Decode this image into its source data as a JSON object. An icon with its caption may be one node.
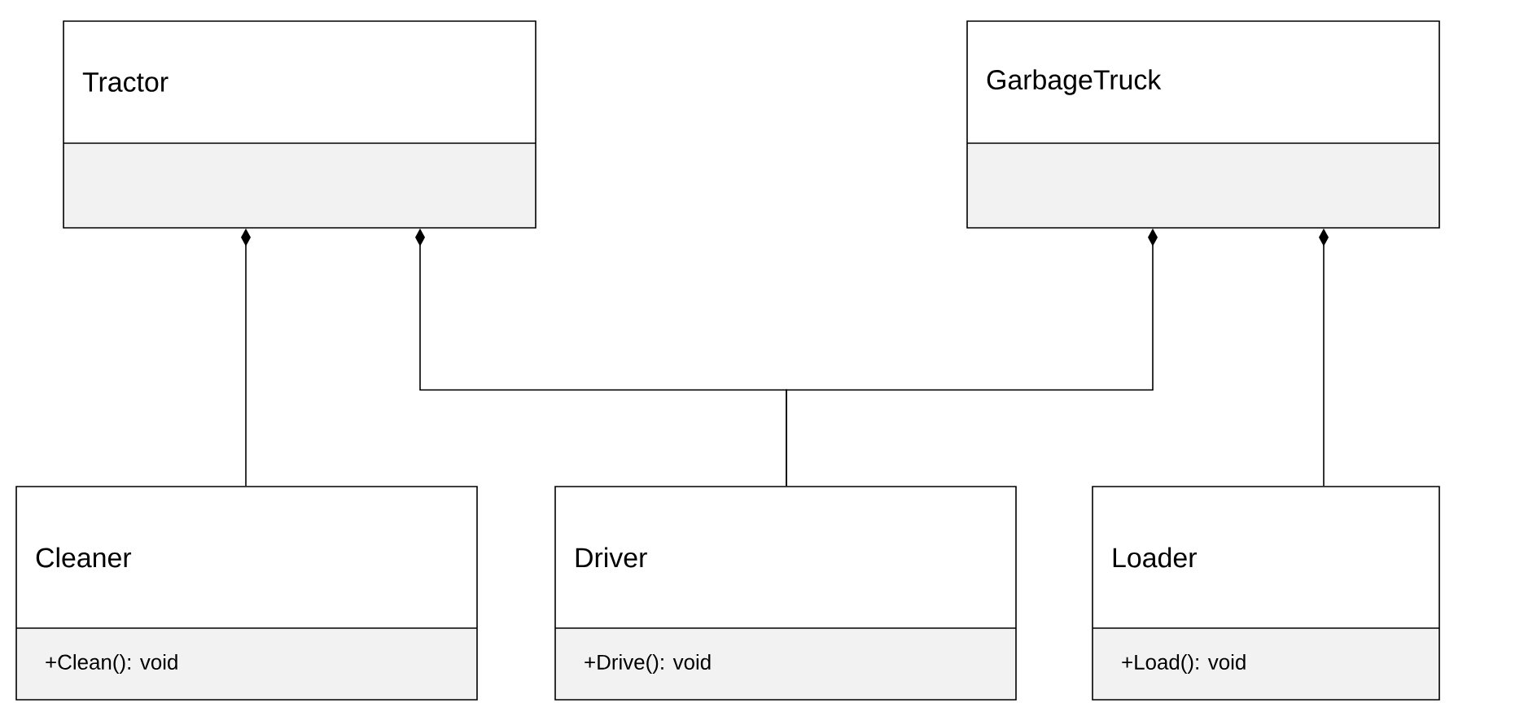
{
  "diagram": {
    "nodes": [
      {
        "text": [
          "Tractor"
        ]
      },
      {
        "text": [
          "GarbageTruck"
        ]
      },
      {
        "text": [
          "Cleaner",
          "+Clean(): void"
        ]
      },
      {
        "text": [
          "Driver",
          "+Drive(): void"
        ]
      },
      {
        "text": [
          "Loader",
          "+Load(): void"
        ]
      }
    ],
    "edges": [
      {
        "from": 2,
        "to": 0,
        "arrow": "other"
      },
      {
        "from": 3,
        "to": 0,
        "arrow": "other"
      },
      {
        "from": 3,
        "to": 1,
        "arrow": "other"
      },
      {
        "from": 4,
        "to": 1,
        "arrow": "other"
      }
    ]
  }
}
